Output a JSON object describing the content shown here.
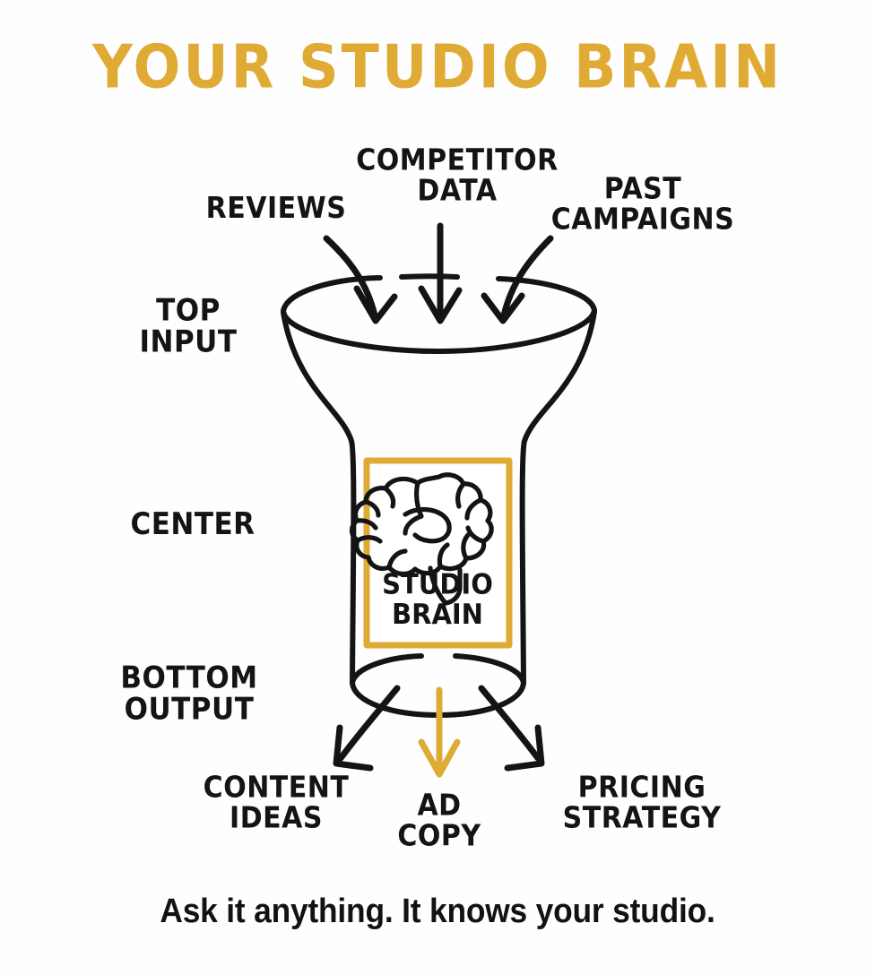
{
  "page": {
    "title": "YOUR STUDIO BRAIN",
    "caption": "Ask it anything. It knows your studio.",
    "background_color": "#fefefe"
  },
  "colors": {
    "accent_gold": "#e0ab35",
    "ink_black": "#141414",
    "caption_black": "#121212"
  },
  "diagram": {
    "type": "funnel",
    "inputs": [
      {
        "label": "REVIEWS",
        "arrow_color": "#141414"
      },
      {
        "label": "COMPETITOR\nDATA",
        "arrow_color": "#141414"
      },
      {
        "label": "PAST\nCAMPAIGNS",
        "arrow_color": "#141414"
      }
    ],
    "zones": [
      {
        "label": "TOP\nINPUT"
      },
      {
        "label": "CENTER"
      },
      {
        "label": "BOTTOM\nOUTPUT"
      }
    ],
    "center_card": {
      "icon": "brain-icon",
      "label": "STUDIO\nBRAIN",
      "border_color": "#e0ab35"
    },
    "outputs": [
      {
        "label": "CONTENT\nIDEAS",
        "arrow_color": "#141414"
      },
      {
        "label": "AD\nCOPY",
        "arrow_color": "#e0ab35"
      },
      {
        "label": "PRICING\nSTRATEGY",
        "arrow_color": "#141414"
      }
    ]
  },
  "chart_data": {
    "type": "diagram",
    "title": "YOUR STUDIO BRAIN",
    "subtitle": "Ask it anything. It knows your studio.",
    "shape": "funnel",
    "stages": [
      {
        "stage": "TOP INPUT",
        "items": [
          "REVIEWS",
          "COMPETITOR DATA",
          "PAST CAMPAIGNS"
        ]
      },
      {
        "stage": "CENTER",
        "items": [
          "STUDIO BRAIN"
        ]
      },
      {
        "stage": "BOTTOM OUTPUT",
        "items": [
          "CONTENT IDEAS",
          "AD COPY",
          "PRICING STRATEGY"
        ]
      }
    ],
    "highlight_item": "AD COPY",
    "legend": [],
    "grid": false
  }
}
